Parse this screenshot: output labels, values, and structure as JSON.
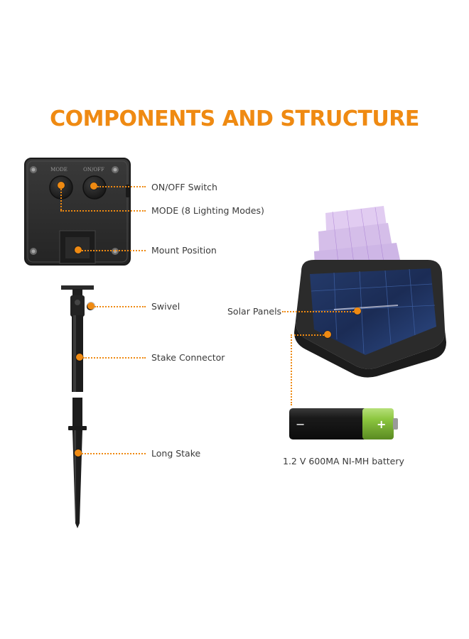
{
  "title": "COMPONENTS AND STRUCTURE",
  "controller": {
    "button_mode": "MODE",
    "button_onoff": "ON/OFF"
  },
  "callouts": {
    "onoff": "ON/OFF Switch",
    "mode": "MODE (8 Lighting Modes)",
    "mount": "Mount Position",
    "swivel": "Swivel",
    "stake_connector": "Stake Connector",
    "long_stake": "Long Stake",
    "solar_panels": "Solar Panels",
    "battery": "1.2 V 600MA NI-MH battery"
  },
  "battery_symbols": {
    "minus": "−",
    "plus": "+"
  },
  "colors": {
    "accent": "#ef8a12",
    "device": "#2f2f2f",
    "battery_green": "#8cc63f"
  }
}
